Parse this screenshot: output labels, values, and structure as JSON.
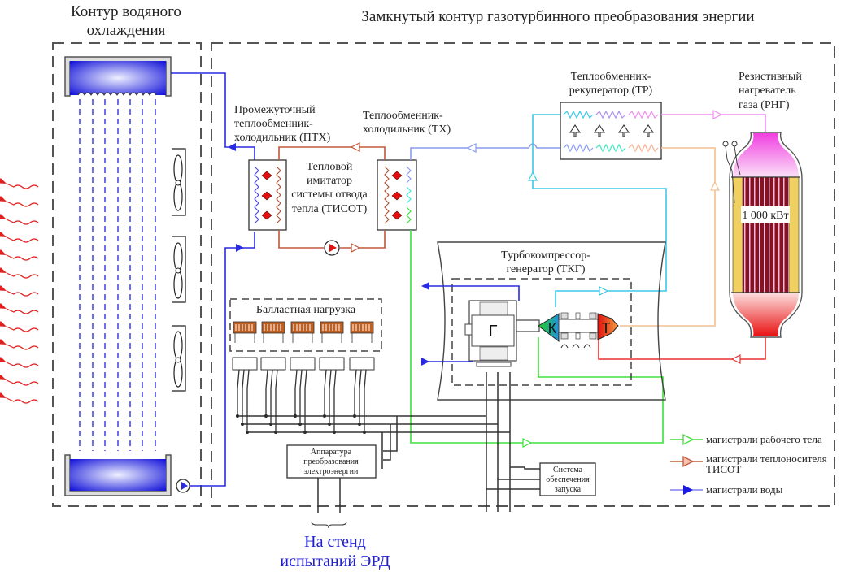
{
  "titles": {
    "water_loop": [
      "Контур водяного",
      "охлаждения"
    ],
    "gas_loop": "Замкнутый контур газотурбинного преобразования энергии"
  },
  "components": {
    "ptx": [
      "Промежуточный",
      "теплообменник-",
      "холодильник (ПТХ)"
    ],
    "tx": [
      "Теплообменник-",
      "холодильник (ТХ)"
    ],
    "tisot": [
      "Тепловой",
      "имитатор",
      "системы отвода",
      "тепла (ТИСОТ)"
    ],
    "tr": [
      "Теплообменник-",
      "рекуператор (ТР)"
    ],
    "rng": [
      "Резистивный",
      "нагреватель",
      "газа (РНГ)"
    ],
    "rng_power": "1 000 кВт",
    "tkg": [
      "Турбокомпрессор-",
      "генератор (ТКГ)"
    ],
    "generator": "Г",
    "compressor": "К",
    "turbine": "Т",
    "ballast": "Балластная нагрузка",
    "power_conv": [
      "Аппаратура",
      "преобразования",
      "электроэнергии"
    ],
    "start_sys": [
      "Система",
      "обеспечения",
      "запуска"
    ],
    "output": [
      "На стенд",
      "испытаний ЭРД"
    ]
  },
  "legend": [
    {
      "label": [
        "магистрали рабочего тела"
      ],
      "color": "#3ee03e",
      "marker": "hollow-triangle"
    },
    {
      "label": [
        "магистрали теплоносителя",
        "ТИСОТ"
      ],
      "color": "#c0583a",
      "marker": "hollow-triangle"
    },
    {
      "label": [
        "магистрали воды"
      ],
      "color": "#2a2ae0",
      "marker": "filled-triangle"
    }
  ],
  "colors": {
    "water": "#2a2ae0",
    "tisot": "#c0583a",
    "working_fluid": "#3ee03e",
    "heat_radiation": "#e02020",
    "output_text": "#2020d0"
  }
}
